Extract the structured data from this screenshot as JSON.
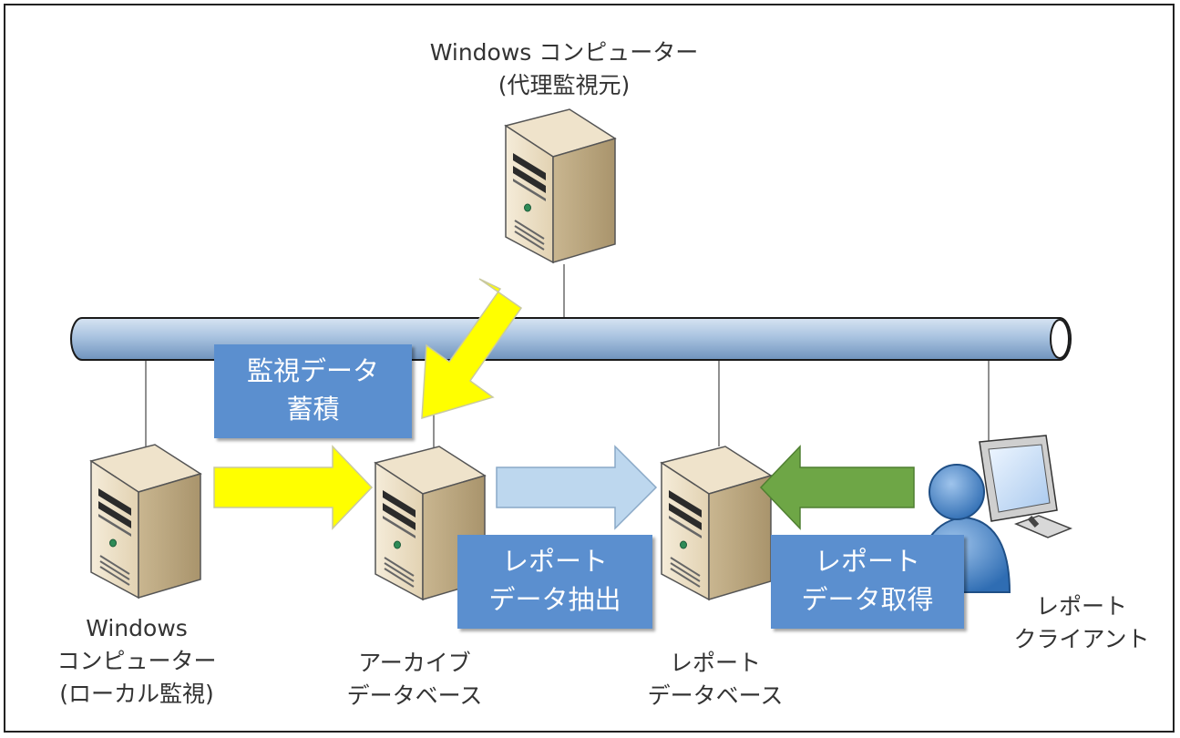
{
  "nodes": {
    "proxy_computer": {
      "line1": "Windows コンピューター",
      "line2": "(代理監視元)"
    },
    "local_computer": {
      "line1": "Windows",
      "line2": "コンピューター",
      "line3": "(ローカル監視)"
    },
    "archive_db": {
      "line1": "アーカイブ",
      "line2": "データベース"
    },
    "report_db": {
      "line1": "レポート",
      "line2": "データベース"
    },
    "report_client": {
      "line1": "レポート",
      "line2": "クライアント"
    }
  },
  "callouts": {
    "accumulate": {
      "line1": "監視データ",
      "line2": "蓄積"
    },
    "extract": {
      "line1": "レポート",
      "line2": "データ抽出"
    },
    "retrieve": {
      "line1": "レポート",
      "line2": "データ取得"
    }
  },
  "colors": {
    "network_pipe": "#a9c3e0",
    "accumulate_arrow": "#ffff00",
    "extract_arrow": "#bdd7ee",
    "retrieve_arrow": "#6ea646",
    "callout_box": "#5b8fcf",
    "server_body": "#e9dcc2"
  },
  "icons": [
    "server-icon",
    "user-icon",
    "monitor-icon",
    "network-pipe"
  ]
}
